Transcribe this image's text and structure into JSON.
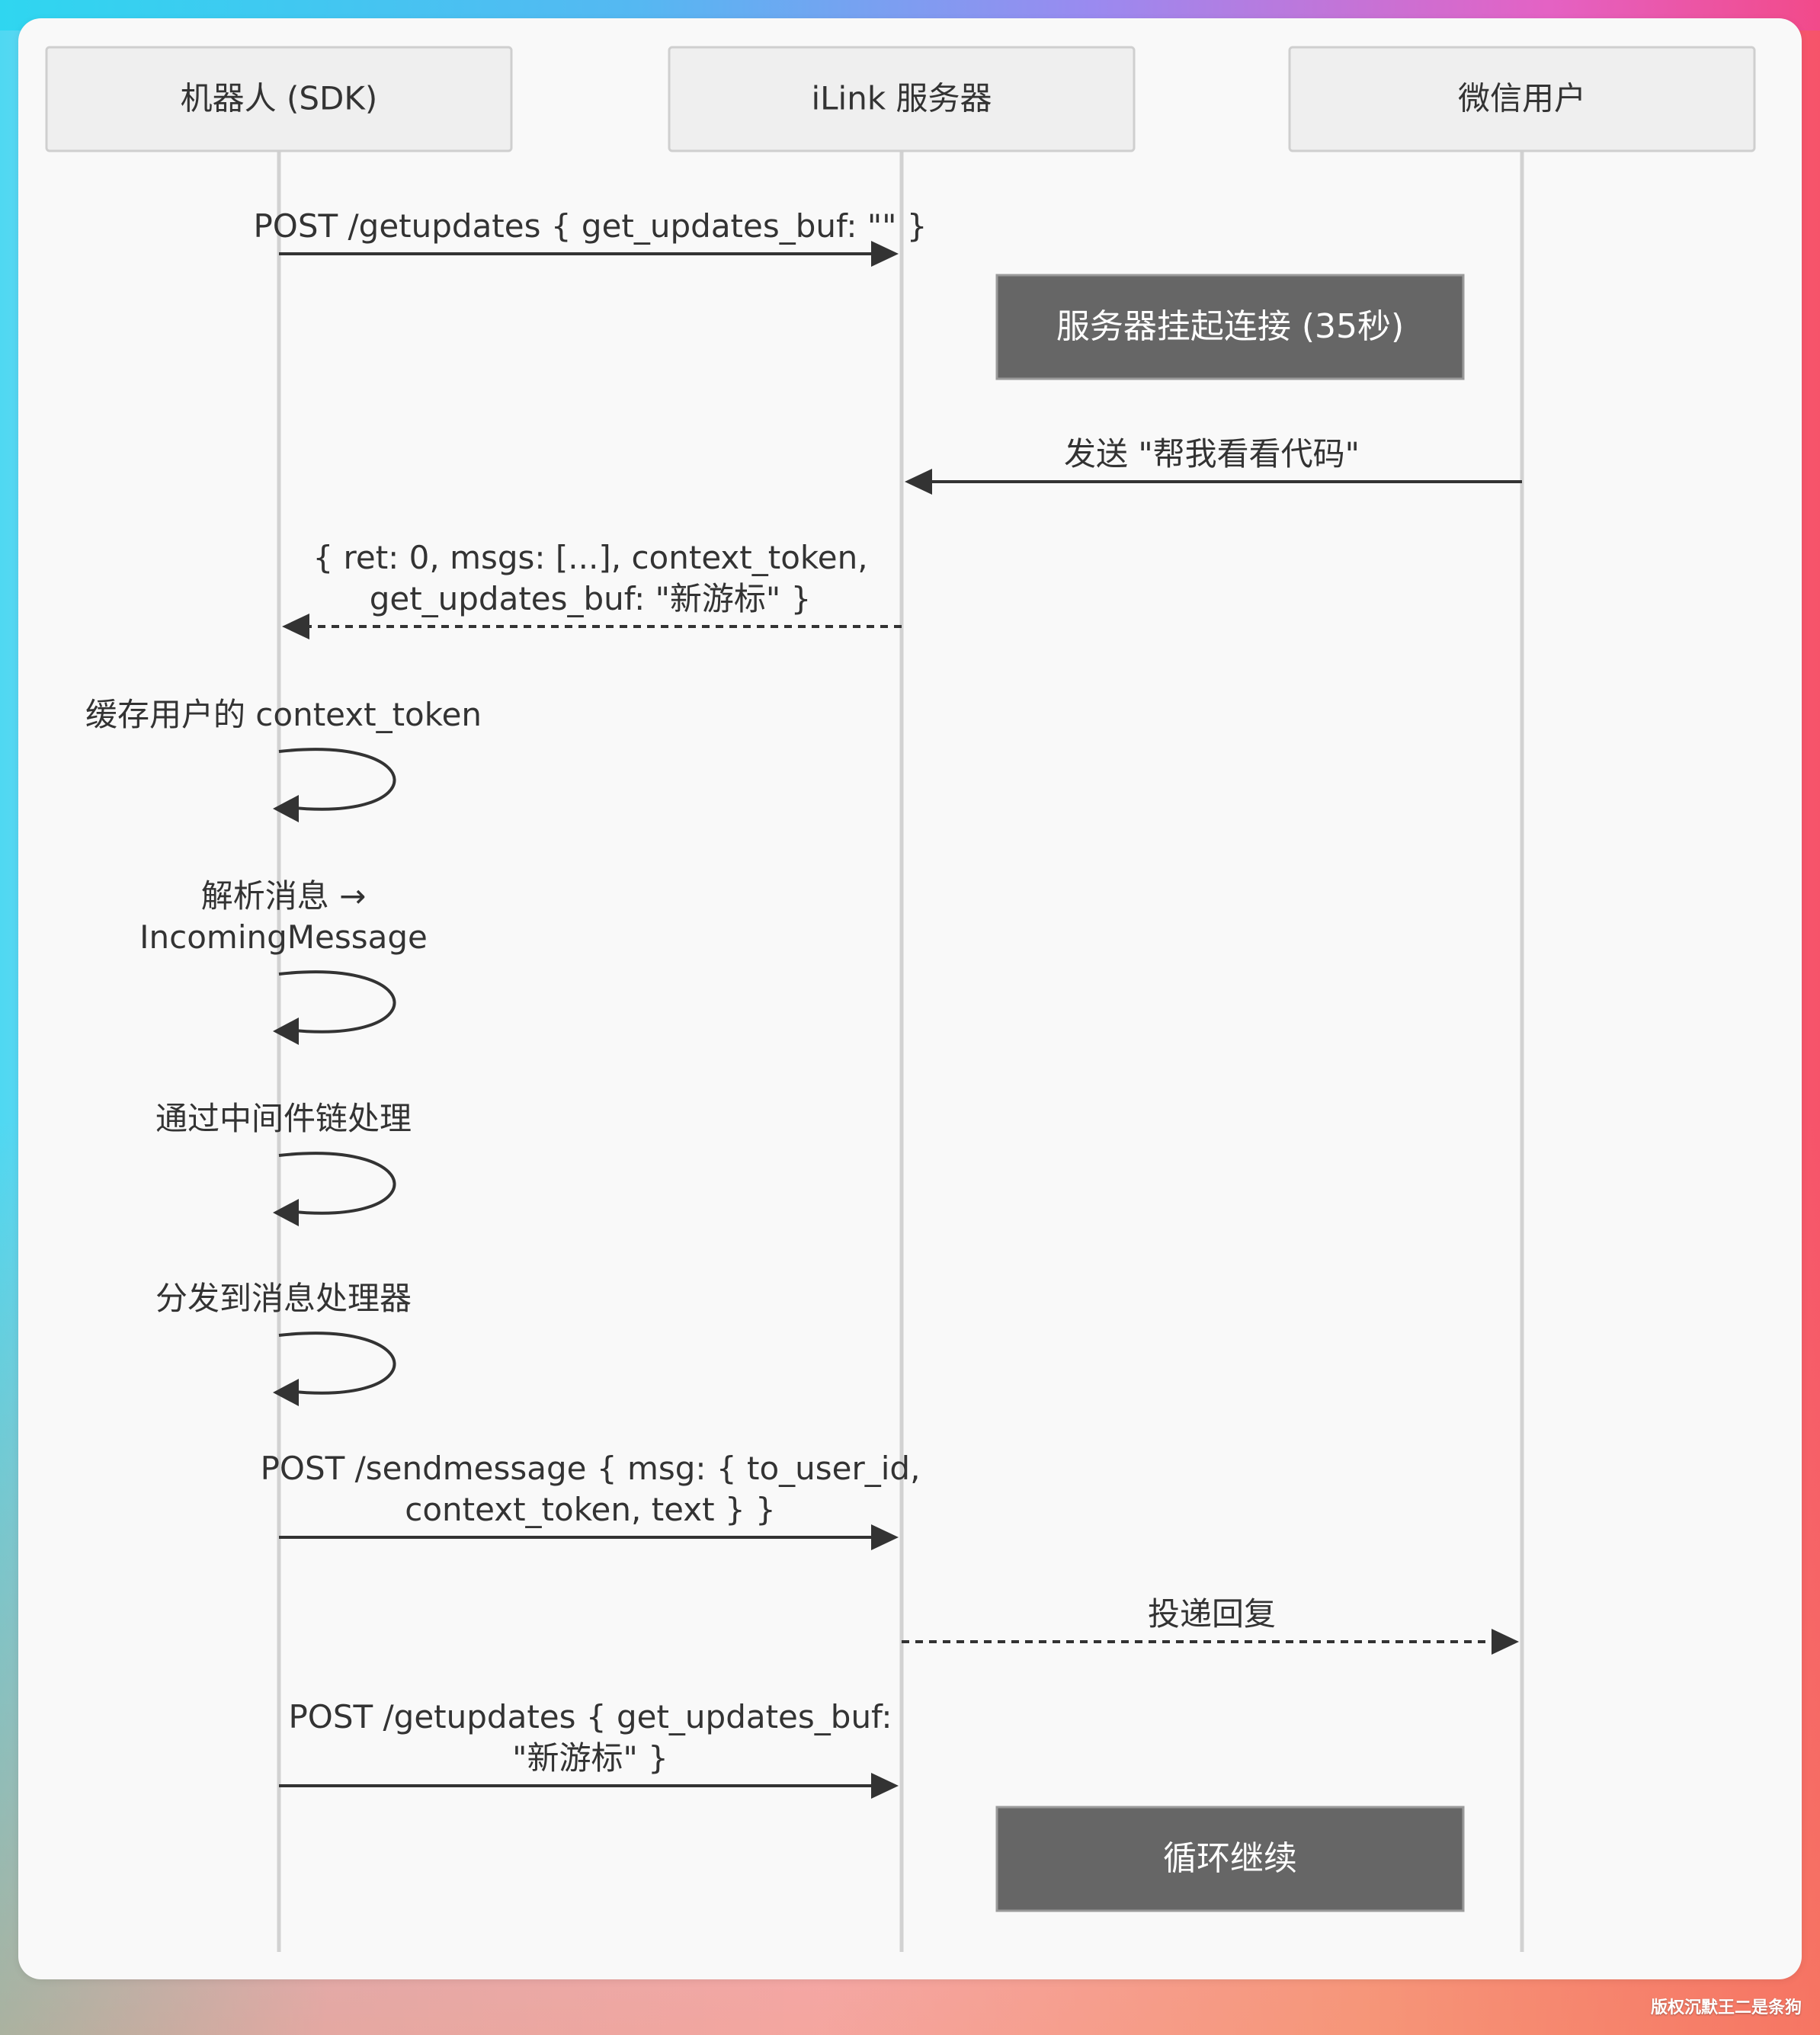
{
  "participants": [
    {
      "id": "bot",
      "label": "机器人 (SDK)"
    },
    {
      "id": "server",
      "label": "iLink 服务器"
    },
    {
      "id": "user",
      "label": "微信用户"
    }
  ],
  "messages": [
    {
      "from": "bot",
      "to": "server",
      "style": "solid",
      "lines": [
        "POST /getupdates { get_updates_buf: \"\" }"
      ]
    },
    {
      "from": "user",
      "to": "server",
      "style": "solid",
      "lines": [
        "发送 \"帮我看看代码\""
      ]
    },
    {
      "from": "server",
      "to": "bot",
      "style": "dashed",
      "lines": [
        "{ ret: 0, msgs: [...], context_token,",
        "get_updates_buf: \"新游标\" }"
      ]
    },
    {
      "from": "bot",
      "to": "bot",
      "style": "self",
      "lines": [
        "缓存用户的 context_token"
      ]
    },
    {
      "from": "bot",
      "to": "bot",
      "style": "self",
      "lines": [
        "解析消息 →",
        "IncomingMessage"
      ]
    },
    {
      "from": "bot",
      "to": "bot",
      "style": "self",
      "lines": [
        "通过中间件链处理"
      ]
    },
    {
      "from": "bot",
      "to": "bot",
      "style": "self",
      "lines": [
        "分发到消息处理器"
      ]
    },
    {
      "from": "bot",
      "to": "server",
      "style": "solid",
      "lines": [
        "POST /sendmessage { msg: { to_user_id,",
        "context_token, text } }"
      ]
    },
    {
      "from": "server",
      "to": "user",
      "style": "dashed",
      "lines": [
        "投递回复"
      ]
    },
    {
      "from": "bot",
      "to": "server",
      "style": "solid",
      "lines": [
        "POST /getupdates { get_updates_buf:",
        "\"新游标\" }"
      ]
    }
  ],
  "notes": [
    {
      "over": "server",
      "label": "服务器挂起连接 (35秒)"
    },
    {
      "over": "server",
      "label": "循环继续"
    }
  ],
  "watermark": "版权沉默王二是条狗"
}
